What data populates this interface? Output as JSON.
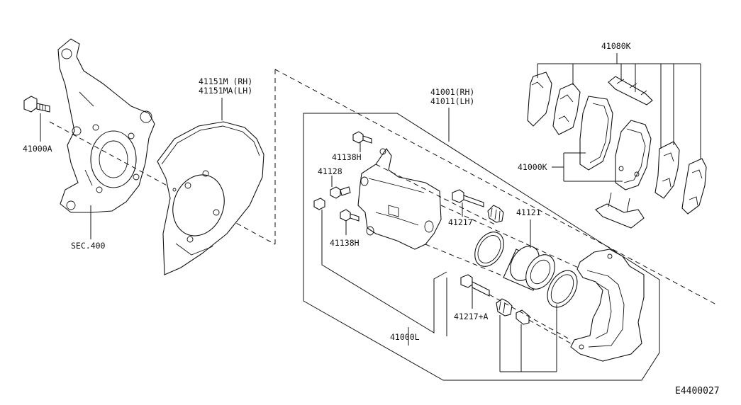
{
  "labels": {
    "p41080k": "41080K",
    "p41151m": "41151M (RH)",
    "p41151ma": "41151MA(LH)",
    "p41001": "41001(RH)",
    "p41011": "41011(LH)",
    "p41000a": "41000A",
    "p41138h_top": "41138H",
    "p41128": "41128",
    "p41000k": "41000K",
    "p41217": "41217",
    "p41121": "41121",
    "p41138h_bottom": "41138H",
    "sec400": "SEC.400",
    "p41217a": "41217+A",
    "p41000l": "41000L",
    "diagram_code": "E4400027"
  }
}
